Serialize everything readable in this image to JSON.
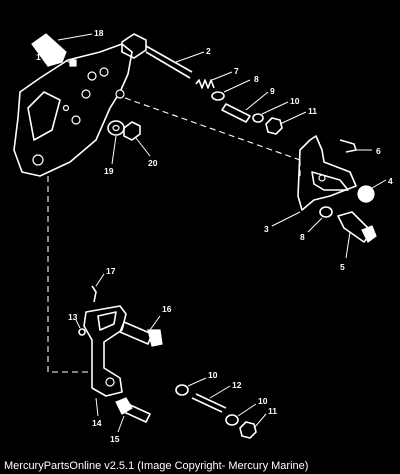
{
  "callouts": [
    {
      "id": "c1",
      "text": "1"
    },
    {
      "id": "c2",
      "text": "2"
    },
    {
      "id": "c3",
      "text": "3"
    },
    {
      "id": "c4",
      "text": "4"
    },
    {
      "id": "c5",
      "text": "5"
    },
    {
      "id": "c6",
      "text": "6"
    },
    {
      "id": "c7",
      "text": "7"
    },
    {
      "id": "c8a",
      "text": "8"
    },
    {
      "id": "c8b",
      "text": "8"
    },
    {
      "id": "c9",
      "text": "9"
    },
    {
      "id": "c10a",
      "text": "10"
    },
    {
      "id": "c10b",
      "text": "10"
    },
    {
      "id": "c10c",
      "text": "10"
    },
    {
      "id": "c11a",
      "text": "11"
    },
    {
      "id": "c11b",
      "text": "11"
    },
    {
      "id": "c12",
      "text": "12"
    },
    {
      "id": "c13",
      "text": "13"
    },
    {
      "id": "c14",
      "text": "14"
    },
    {
      "id": "c15",
      "text": "15"
    },
    {
      "id": "c16",
      "text": "16"
    },
    {
      "id": "c17",
      "text": "17"
    },
    {
      "id": "c18",
      "text": "18"
    },
    {
      "id": "c19",
      "text": "19"
    },
    {
      "id": "c20",
      "text": "20"
    }
  ],
  "footer": {
    "text": "MercuryPartsOnline v2.5.1 (Image Copyright- Mercury Marine)"
  },
  "colors": {
    "background": "#000000",
    "ink": "#ffffff"
  }
}
